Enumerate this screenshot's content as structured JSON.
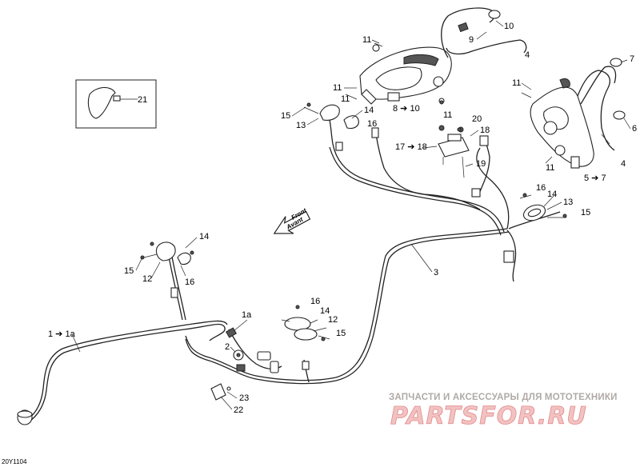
{
  "diagram": {
    "drawing_code": "20Y1104",
    "direction_arrow": {
      "line1": "Front",
      "line2": "Avant"
    },
    "callouts": {
      "c11a": "11",
      "c9": "9",
      "c10": "10",
      "c4a": "4",
      "c21": "21",
      "c11b": "11",
      "c11c": "11",
      "c8_10": "8 ➔ 10",
      "c15a": "15",
      "c14a": "14",
      "c13a": "13",
      "c16a": "16",
      "c11d": "11",
      "c20": "20",
      "c18": "18",
      "c17_18": "17 ➔ 18",
      "c19": "19",
      "c11e": "11",
      "c7": "7",
      "c6": "6",
      "c4b": "4",
      "c11f": "11",
      "c5_7": "5 ➔ 7",
      "c16b": "16",
      "c14b": "14",
      "c13b": "13",
      "c15b": "15",
      "c14c": "14",
      "c15c": "15",
      "c12a": "12",
      "c16c": "16",
      "c3": "3",
      "c1a": "1a",
      "c1_1a": "1 ➔ 1a",
      "c2": "2",
      "c16d": "16",
      "c14d": "14",
      "c12b": "12",
      "c15d": "15",
      "c23": "23",
      "c22": "22"
    }
  },
  "watermark": {
    "tagline": "ЗАПЧАСТИ И АКСЕССУАРЫ ДЛЯ МОТОТЕХНИКИ",
    "logo": "PARTSFOR.RU"
  }
}
